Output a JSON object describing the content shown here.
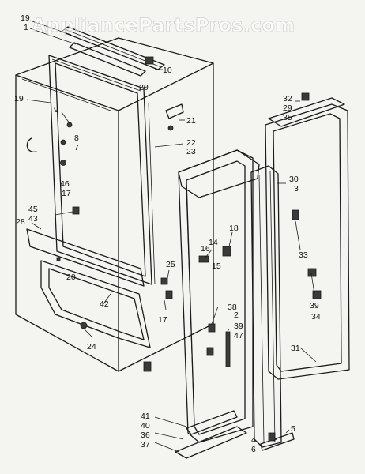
{
  "watermark": "AppliancePartsPros.com",
  "callouts": [
    {
      "id": "c19a",
      "text": "19"
    },
    {
      "id": "c1",
      "text": "1"
    },
    {
      "id": "c10",
      "text": "10"
    },
    {
      "id": "c20a",
      "text": "20"
    },
    {
      "id": "c19b",
      "text": "19"
    },
    {
      "id": "c9",
      "text": "9"
    },
    {
      "id": "c21",
      "text": "21"
    },
    {
      "id": "c8",
      "text": "8"
    },
    {
      "id": "c7",
      "text": "7"
    },
    {
      "id": "c22",
      "text": "22"
    },
    {
      "id": "c23",
      "text": "23"
    },
    {
      "id": "c32",
      "text": "32"
    },
    {
      "id": "c29",
      "text": "29"
    },
    {
      "id": "c35",
      "text": "35"
    },
    {
      "id": "c46",
      "text": "46"
    },
    {
      "id": "c17a",
      "text": "17"
    },
    {
      "id": "c30",
      "text": "30"
    },
    {
      "id": "c3",
      "text": "3"
    },
    {
      "id": "c45",
      "text": "45"
    },
    {
      "id": "c43",
      "text": "43"
    },
    {
      "id": "c28",
      "text": "28"
    },
    {
      "id": "c18",
      "text": "18"
    },
    {
      "id": "c14",
      "text": "14"
    },
    {
      "id": "c16",
      "text": "16"
    },
    {
      "id": "c33",
      "text": "33"
    },
    {
      "id": "c15",
      "text": "15"
    },
    {
      "id": "c25",
      "text": "25"
    },
    {
      "id": "c20b",
      "text": "20"
    },
    {
      "id": "c42",
      "text": "42"
    },
    {
      "id": "c17b",
      "text": "17"
    },
    {
      "id": "c39a",
      "text": "39"
    },
    {
      "id": "c34",
      "text": "34"
    },
    {
      "id": "c38",
      "text": "38"
    },
    {
      "id": "c2",
      "text": "2"
    },
    {
      "id": "c39b",
      "text": "39"
    },
    {
      "id": "c47",
      "text": "47"
    },
    {
      "id": "c24",
      "text": "24"
    },
    {
      "id": "c31",
      "text": "31"
    },
    {
      "id": "c41",
      "text": "41"
    },
    {
      "id": "c40",
      "text": "40"
    },
    {
      "id": "c36",
      "text": "36"
    },
    {
      "id": "c37",
      "text": "37"
    },
    {
      "id": "c5",
      "text": "5"
    },
    {
      "id": "c4",
      "text": "4"
    },
    {
      "id": "c6",
      "text": "6"
    }
  ]
}
